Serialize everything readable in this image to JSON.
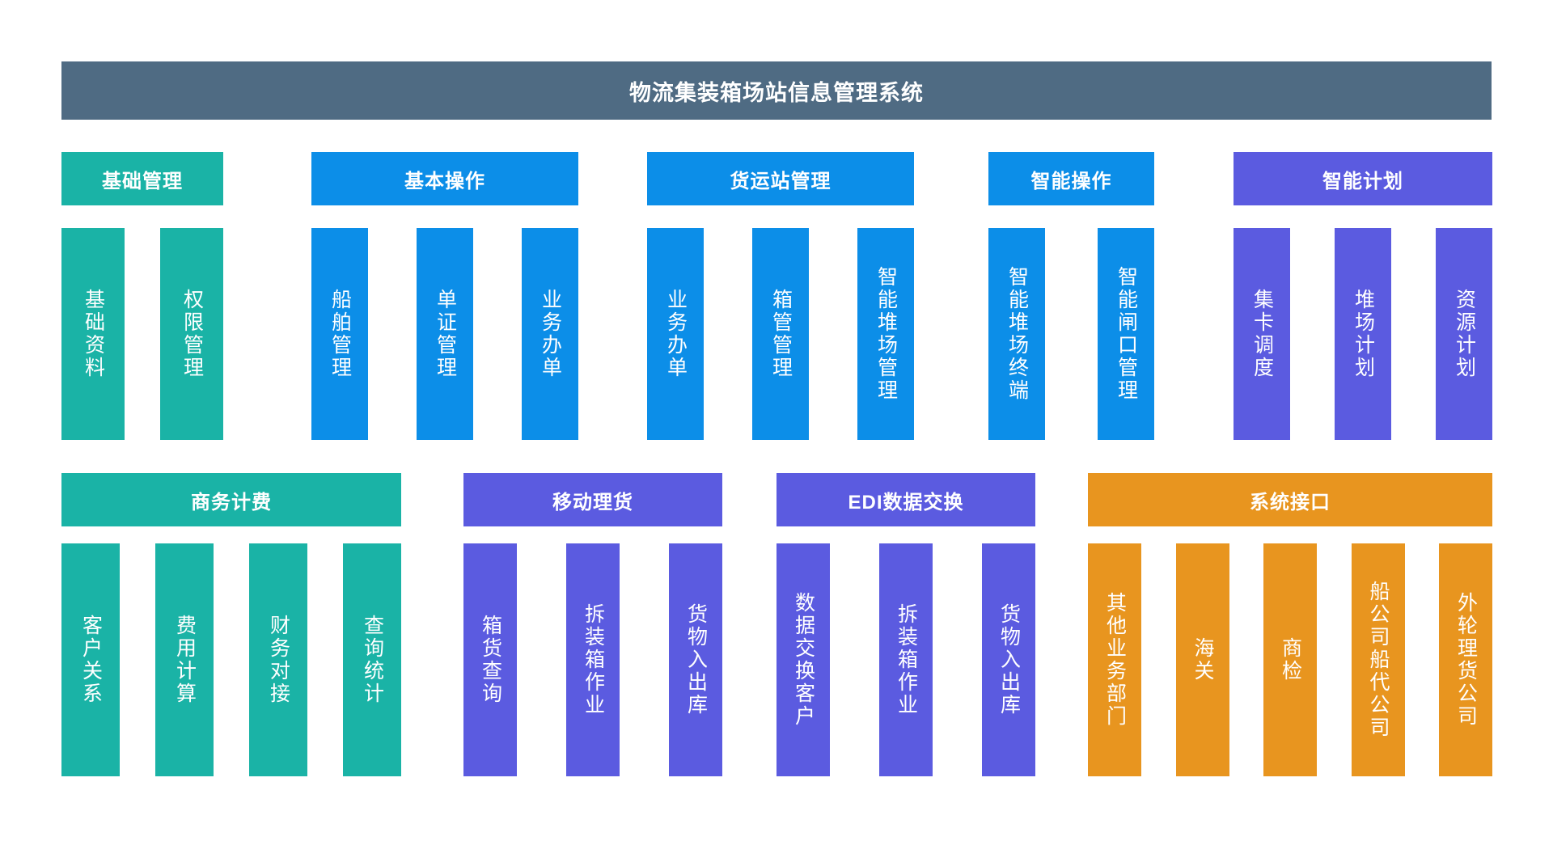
{
  "header": {
    "title": "物流集装箱场站信息管理系统",
    "color": "#4F6B83"
  },
  "palette": {
    "teal": "#1AB3A6",
    "blue": "#0C8EE8",
    "purple": "#5B5BE0",
    "orange": "#E8951F",
    "slate": "#4F6B83"
  },
  "groups": [
    {
      "id": "jichu-guanli",
      "label": "基础管理",
      "theme": "teal",
      "row": 1,
      "items": [
        {
          "label": "基础资料"
        },
        {
          "label": "权限管理"
        }
      ]
    },
    {
      "id": "jiben-caozuo",
      "label": "基本操作",
      "theme": "blue",
      "row": 1,
      "items": [
        {
          "label": "船舶管理"
        },
        {
          "label": "单证管理"
        },
        {
          "label": "业务办单"
        }
      ]
    },
    {
      "id": "huoyunzhan-guanli",
      "label": "货运站管理",
      "theme": "blue",
      "row": 1,
      "items": [
        {
          "label": "业务办单"
        },
        {
          "label": "箱管管理"
        },
        {
          "label": "智能堆场管理"
        }
      ]
    },
    {
      "id": "zhineng-caozuo",
      "label": "智能操作",
      "theme": "blue",
      "row": 1,
      "items": [
        {
          "label": "智能堆场终端"
        },
        {
          "label": "智能闸口管理"
        }
      ]
    },
    {
      "id": "zhineng-jihua",
      "label": "智能计划",
      "theme": "purple",
      "row": 1,
      "items": [
        {
          "label": "集卡调度"
        },
        {
          "label": "堆场计划"
        },
        {
          "label": "资源计划"
        }
      ]
    },
    {
      "id": "shangwu-jifei",
      "label": "商务计费",
      "theme": "teal",
      "row": 2,
      "items": [
        {
          "label": "客户关系"
        },
        {
          "label": "费用计算"
        },
        {
          "label": "财务对接"
        },
        {
          "label": "查询统计"
        }
      ]
    },
    {
      "id": "yidong-lihuo",
      "label": "移动理货",
      "theme": "purple",
      "row": 2,
      "items": [
        {
          "label": "箱货查询"
        },
        {
          "label": "拆装箱作业"
        },
        {
          "label": "货物入出库"
        }
      ]
    },
    {
      "id": "edi-shuju-jiaohuan",
      "label": "EDI数据交换",
      "theme": "purple",
      "row": 2,
      "items": [
        {
          "label": "数据交换客户"
        },
        {
          "label": "拆装箱作业"
        },
        {
          "label": "货物入出库"
        }
      ]
    },
    {
      "id": "xitong-jiekou",
      "label": "系统接口",
      "theme": "orange",
      "row": 2,
      "items": [
        {
          "label": "其他业务部门"
        },
        {
          "label": "海关"
        },
        {
          "label": "商检"
        },
        {
          "label": "船公司船代公司"
        },
        {
          "label": "外轮理货公司"
        }
      ]
    }
  ]
}
